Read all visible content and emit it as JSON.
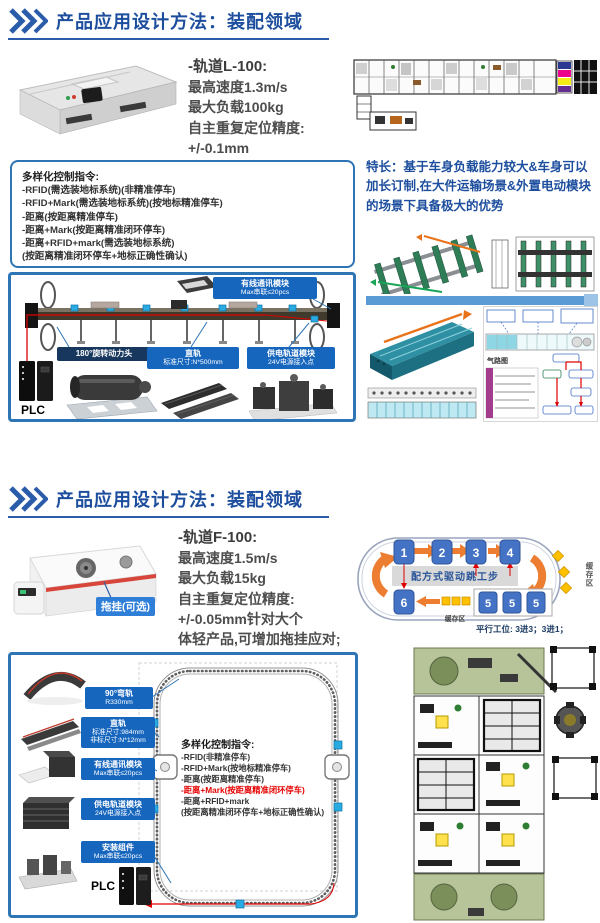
{
  "banner": {
    "title": "产品应用设计方法：装配领域"
  },
  "section1": {
    "product": {
      "name": "-轨道L-100:",
      "specs": [
        "最高速度1.3m/s",
        "最大负载100kg",
        "自主重复定位精度:",
        "+/-0.1mm"
      ]
    },
    "control": {
      "title": "多样化控制指令:",
      "items": [
        "-RFID(需选装地标系统)(非精准停车)",
        "-RFID+Mark(需选装地标系统)(按地标精准停车)",
        "-距离(按距离精准停车)",
        "-距离+Mark(按距离精准闭环停车)",
        "-距离+RFID+mark(需选装地标系统)",
        "(按距离精准闭环停车+地标正确性确认)"
      ]
    },
    "feature": "特长：基于车身负载能力较大&车身可以加长订制,在大件运输场景&外置电动模块的场景下具备极大的优势",
    "rig": {
      "comm_title": "有线通讯模块",
      "comm_sub": "Max串联≤20pcs",
      "rotate": "180°旋转动力头",
      "rail_title": "直轨",
      "rail_sub": "标准尺寸:N*500mm",
      "power_title": "供电轨道模块",
      "power_sub": "24V电源接入点",
      "plc": "PLC"
    },
    "pneumatic_label": "气路图"
  },
  "section2": {
    "product": {
      "name": "-轨道F-100:",
      "specs": [
        "最高速度1.5m/s",
        "最大负载15kg",
        "自主重复定位精度:",
        "+/-0.05mm针对大个",
        "体轻产品,可增加拖挂应对;"
      ],
      "tag": "拖挂(可选)"
    },
    "loop": {
      "stations": [
        "1",
        "2",
        "3",
        "4"
      ],
      "station5": "5",
      "station6": "6",
      "center": "配方式驱动跳工步",
      "buffer_bottom": "缓存区",
      "buffer_right": "缓存区",
      "parallel": "平行工位: 3进3；3进1；"
    },
    "control": {
      "title": "多样化控制指令:",
      "items": [
        "-RFID(非精准停车)",
        "-RFID+Mark(按地标精准停车)",
        "-距离(按距离精准停车)",
        "-距离+Mark(按距离精准闭环停车)",
        "-距离+RFID+mark",
        "(按距离精准闭环停车+地标正确性确认)"
      ]
    },
    "labels": [
      {
        "title": "90°弯轨",
        "sub": "R330mm",
        "sub2": ""
      },
      {
        "title": "直轨",
        "sub": "标准尺寸:984mm",
        "sub2": "非标尺寸:N*12mm"
      },
      {
        "title": "有线通讯模块",
        "sub": "Max串联≤20pcs",
        "sub2": ""
      },
      {
        "title": "供电轨道模块",
        "sub": "24V电源接入点",
        "sub2": ""
      },
      {
        "title": "安装组件",
        "sub": "Max串联≤20pcs",
        "sub2": ""
      }
    ],
    "plc": "PLC"
  }
}
